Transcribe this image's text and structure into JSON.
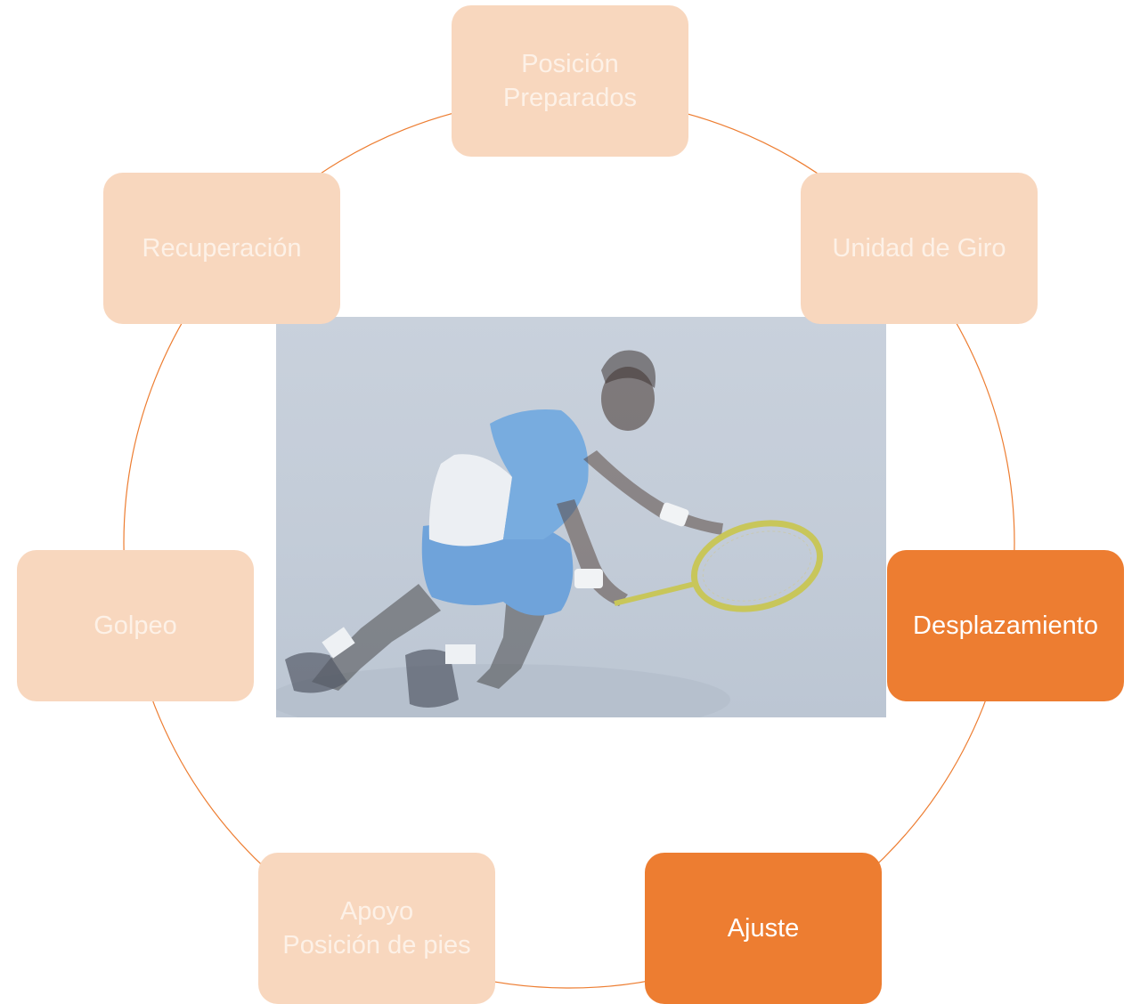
{
  "diagram": {
    "steps": [
      {
        "id": "posicion",
        "lines": [
          "Posición",
          "Preparados"
        ],
        "highlighted": false
      },
      {
        "id": "giro",
        "lines": [
          "Unidad de Giro"
        ],
        "highlighted": false
      },
      {
        "id": "desplazamiento",
        "lines": [
          "Desplazamiento"
        ],
        "highlighted": true
      },
      {
        "id": "ajuste",
        "lines": [
          "Ajuste"
        ],
        "highlighted": true
      },
      {
        "id": "apoyo",
        "lines": [
          "Apoyo",
          "Posición de pies"
        ],
        "highlighted": false
      },
      {
        "id": "golpeo",
        "lines": [
          "Golpeo"
        ],
        "highlighted": false
      },
      {
        "id": "recuperacion",
        "lines": [
          "Recuperación"
        ],
        "highlighted": false
      }
    ],
    "center_image": "tennis-player-photo",
    "colors": {
      "accent": "#ed7d31",
      "muted_fill": "#f8d7be",
      "muted_text": "#fdf1e7",
      "connector": "#ed7d31"
    }
  }
}
